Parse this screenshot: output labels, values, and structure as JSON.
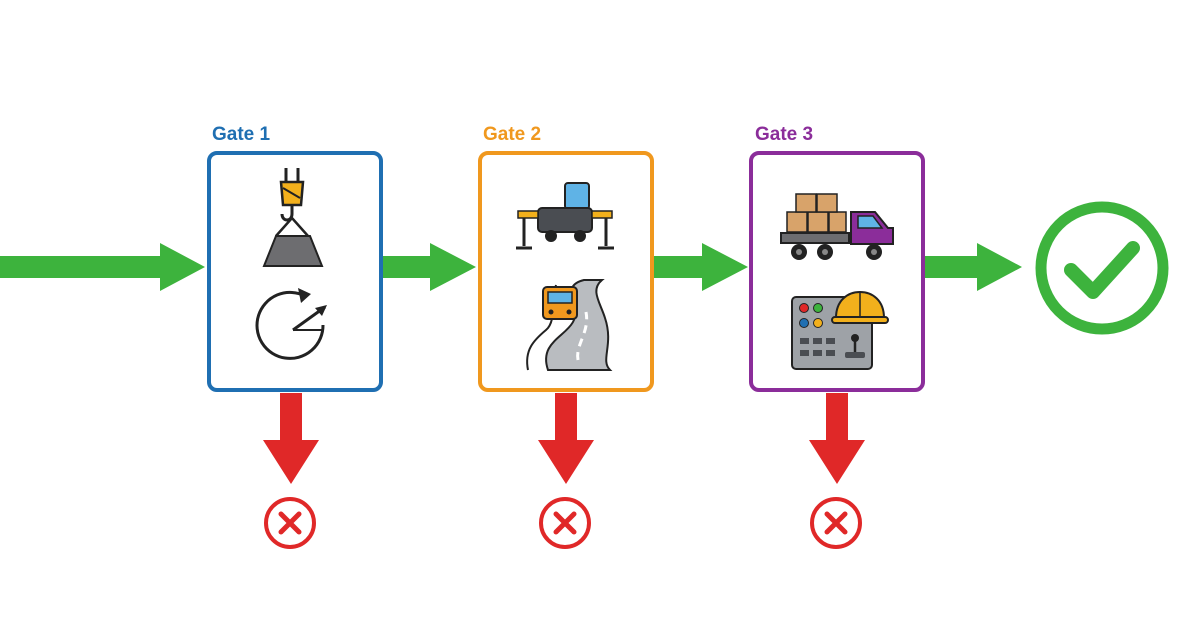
{
  "gates": [
    {
      "label": "Gate 1",
      "color": "#1f6fb2",
      "icons": [
        "crane-hook-load-icon",
        "rotation-angle-icon"
      ],
      "fail_icon": "reject-x-circle-icon"
    },
    {
      "label": "Gate 2",
      "color": "#f0981e",
      "icons": [
        "outrigger-vehicle-icon",
        "winding-road-bus-icon"
      ],
      "fail_icon": "reject-x-circle-icon"
    },
    {
      "label": "Gate 3",
      "color": "#8b2d9a",
      "icons": [
        "cargo-truck-icon",
        "control-panel-hardhat-icon"
      ],
      "fail_icon": "reject-x-circle-icon"
    }
  ],
  "flow": {
    "pass_color": "#3db33d",
    "fail_color": "#e02828",
    "success_icon": "approved-check-circle-icon"
  }
}
